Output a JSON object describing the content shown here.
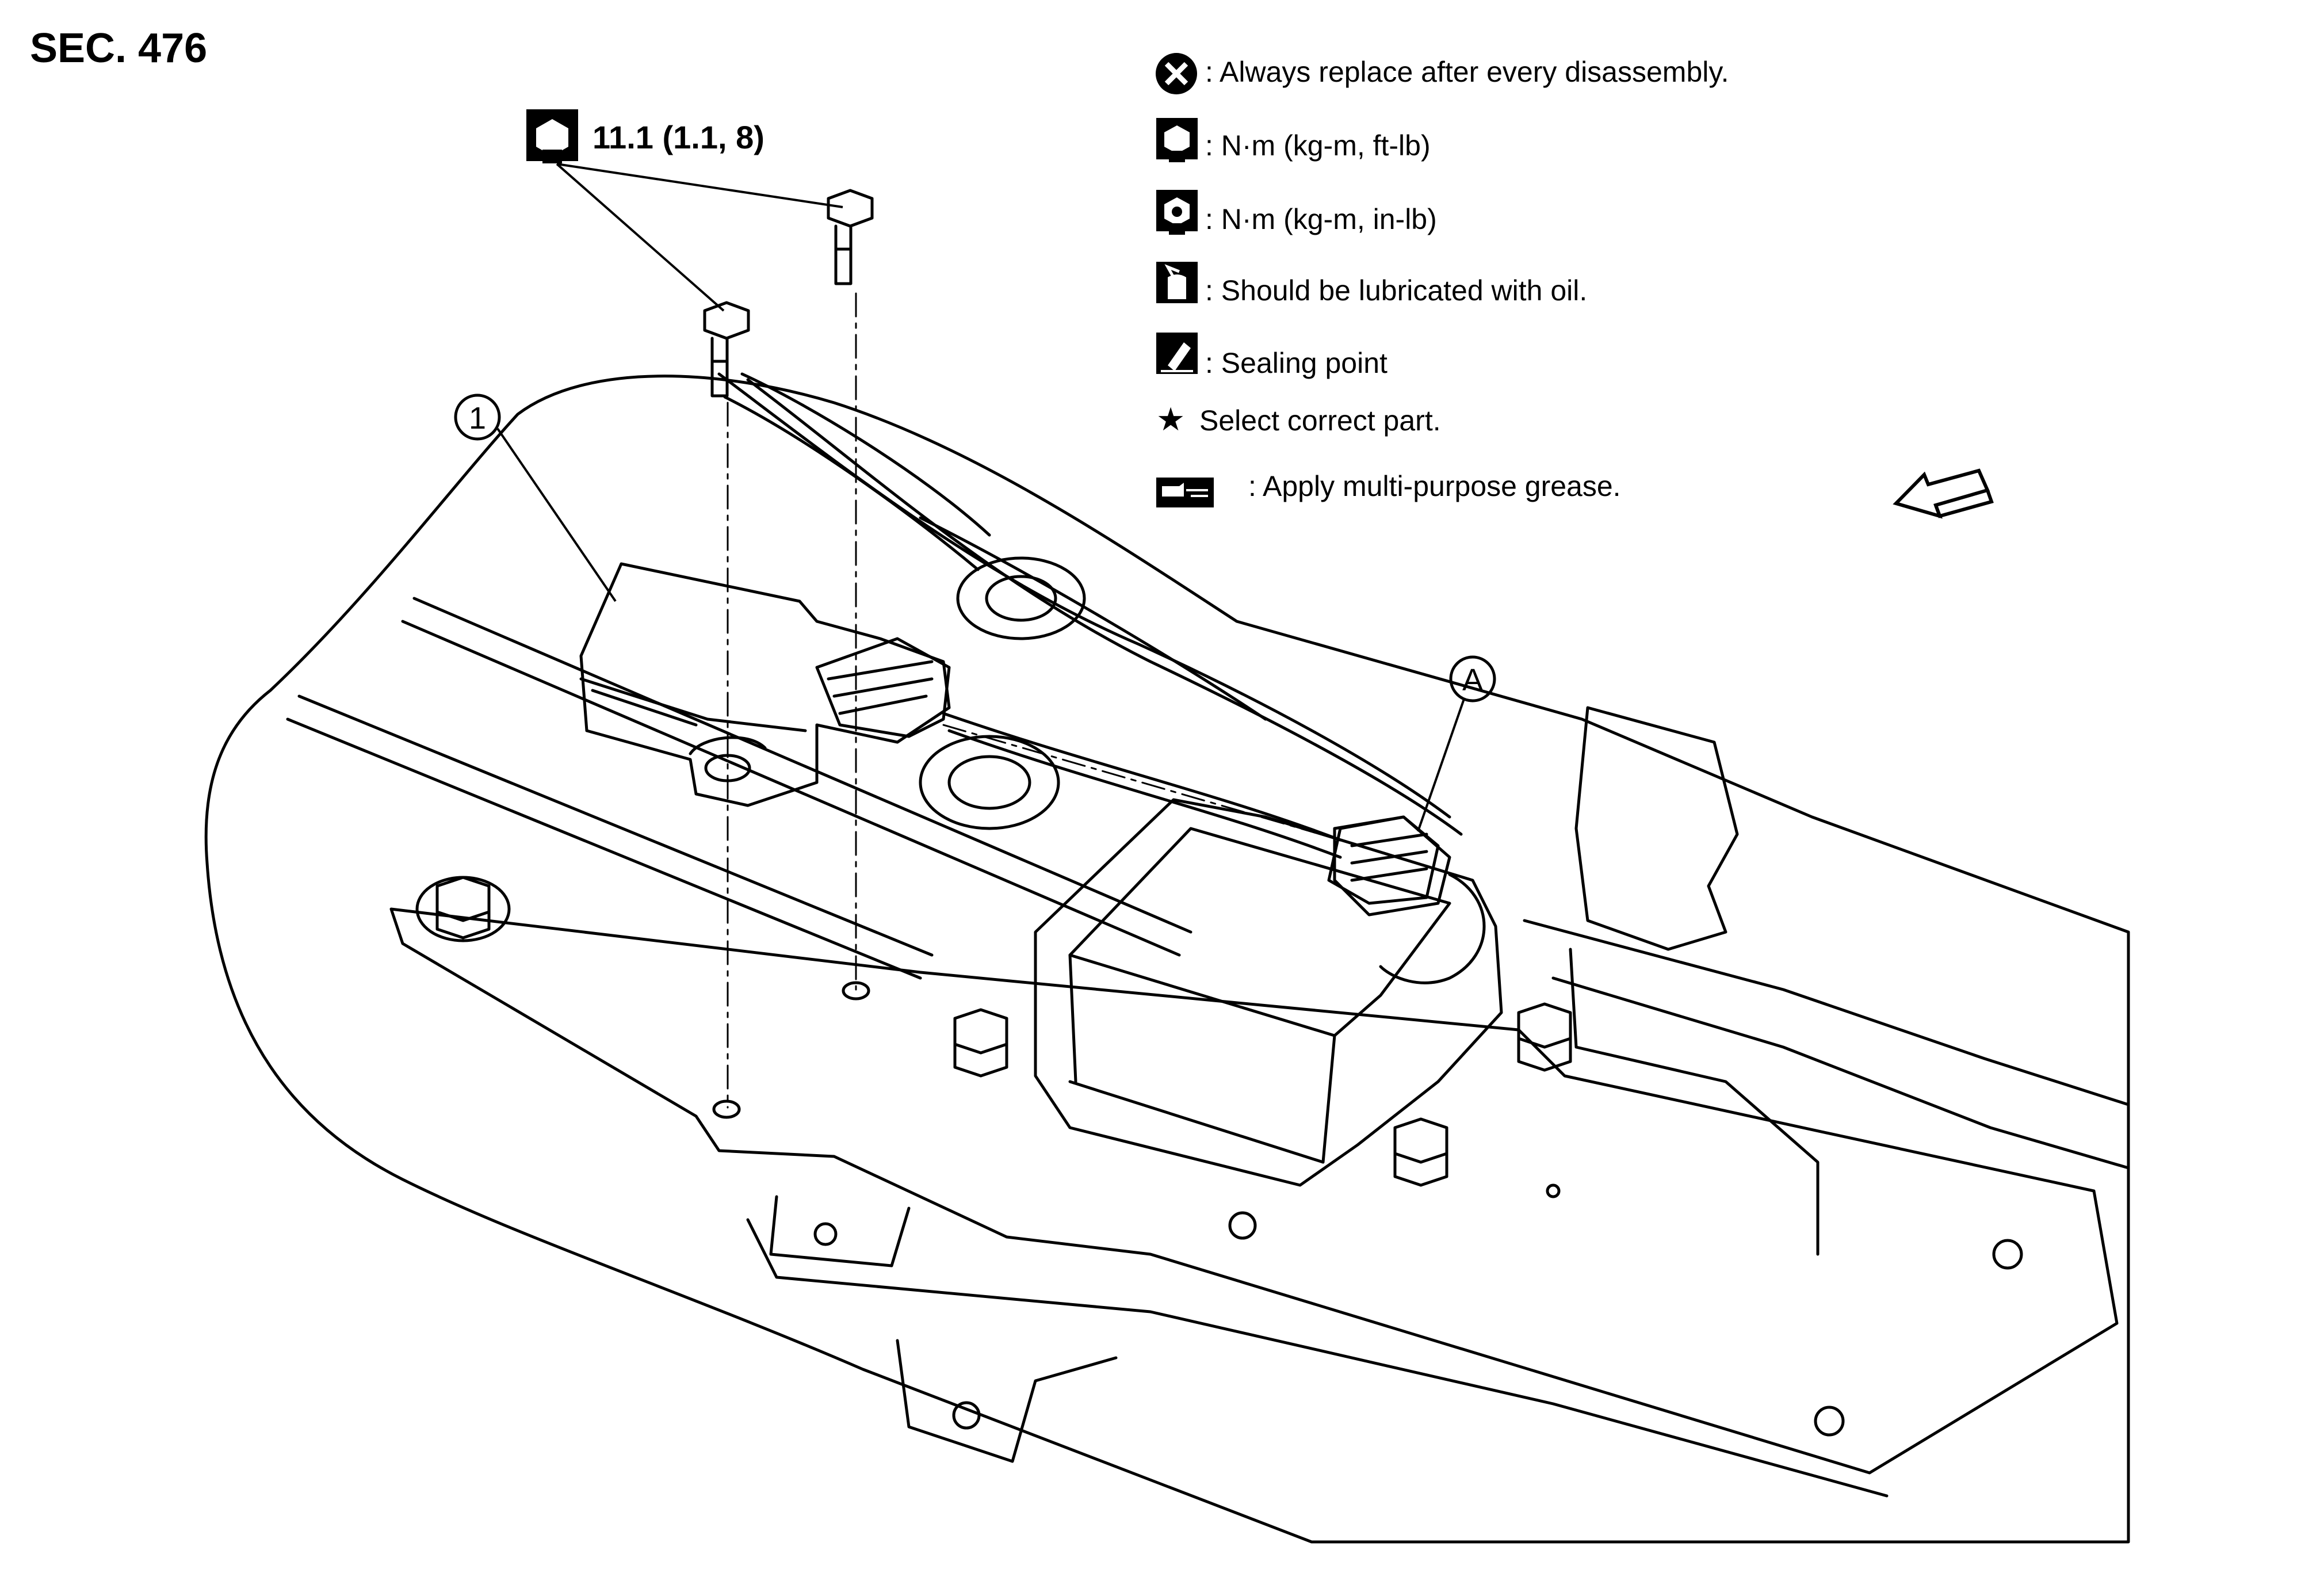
{
  "section": "SEC. 476",
  "torque": {
    "value": "11.1 (1.1, 8)",
    "icon": "torque-wrench-icon"
  },
  "callouts": [
    {
      "id": "1",
      "name": "callout-1"
    },
    {
      "id": "A",
      "name": "callout-A"
    }
  ],
  "legend": [
    {
      "icon": "replace-x-icon",
      "text": ": Always replace after every disassembly."
    },
    {
      "icon": "torque-ftlb-icon",
      "text": ": N·m (kg-m, ft-lb)"
    },
    {
      "icon": "torque-inlb-icon",
      "text": ": N·m (kg-m, in-lb)"
    },
    {
      "icon": "oil-can-icon",
      "text": ": Should be lubricated with oil."
    },
    {
      "icon": "sealant-icon",
      "text": ": Sealing point"
    },
    {
      "icon": "star-icon",
      "symbol": "★",
      "text": "Select correct part."
    },
    {
      "icon": "grease-icon",
      "text": ": Apply multi-purpose grease."
    }
  ],
  "front_arrow_icon": "front-direction-arrow-icon",
  "colors": {
    "line": "#000000",
    "background": "#ffffff"
  }
}
